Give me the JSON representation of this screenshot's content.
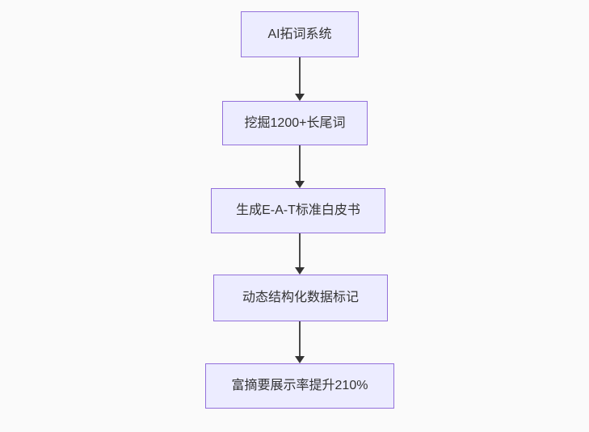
{
  "diagram": {
    "type": "flowchart",
    "direction": "top-down",
    "colors": {
      "background": "#fafafa",
      "node_fill": "#ececff",
      "node_border": "#9370db",
      "node_text": "#333333",
      "edge_line": "#4a4a4a",
      "edge_arrowhead": "#333333"
    },
    "nodes": [
      {
        "id": "n0",
        "label": "AI拓词系统"
      },
      {
        "id": "n1",
        "label": "挖掘1200+长尾词"
      },
      {
        "id": "n2",
        "label": "生成E-A-T标准白皮书"
      },
      {
        "id": "n3",
        "label": "动态结构化数据标记"
      },
      {
        "id": "n4",
        "label": "富摘要展示率提升210%"
      }
    ],
    "edges": [
      {
        "from": "n0",
        "to": "n1",
        "style": "arrow"
      },
      {
        "from": "n1",
        "to": "n2",
        "style": "arrow"
      },
      {
        "from": "n2",
        "to": "n3",
        "style": "arrow"
      },
      {
        "from": "n3",
        "to": "n4",
        "style": "arrow"
      }
    ]
  }
}
